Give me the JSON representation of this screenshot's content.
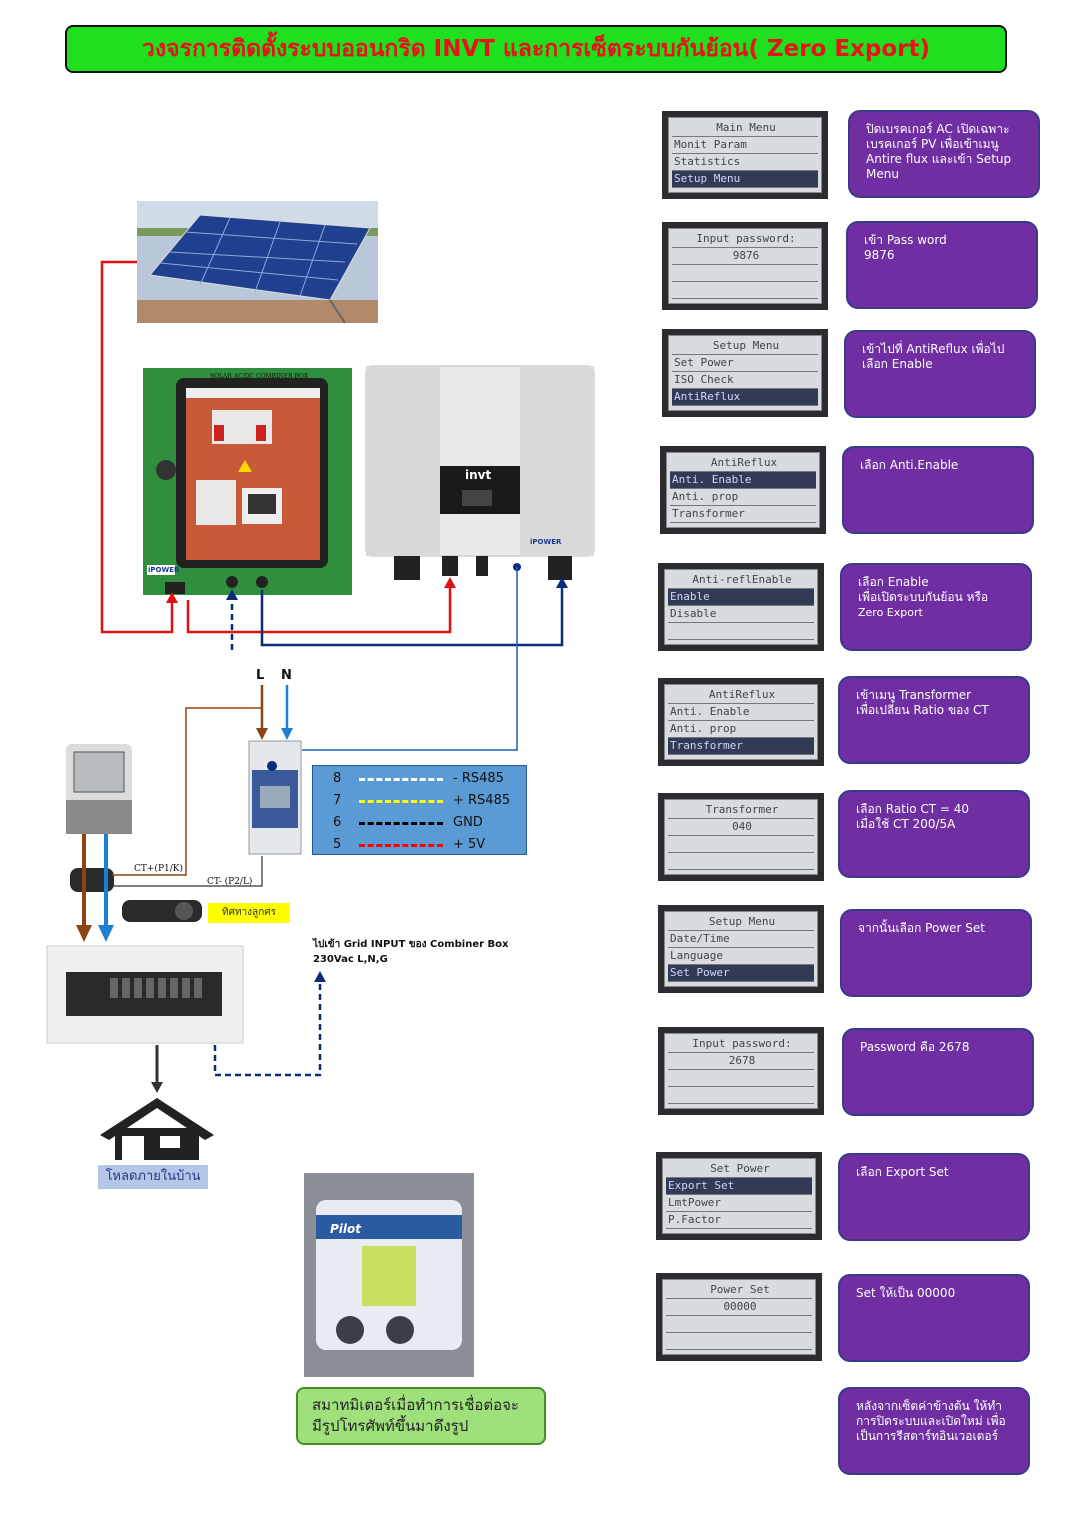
{
  "title": "วงจรการติดตั้งระบบออนกริด INVT และการเซ็ตระบบกันย้อน( Zero Export)",
  "lcd_screens": [
    {
      "lines": [
        "Main Menu",
        "Monit Param",
        "Statistics",
        "Setup Menu"
      ],
      "selected": 3
    },
    {
      "lines": [
        "Input password:",
        "9876",
        "",
        ""
      ],
      "selected": -1
    },
    {
      "lines": [
        "Setup Menu",
        "Set Power",
        "ISO Check",
        "AntiReflux"
      ],
      "selected": 3
    },
    {
      "lines": [
        "AntiReflux",
        "Anti. Enable",
        "Anti. prop",
        "Transformer"
      ],
      "selected": 1
    },
    {
      "lines": [
        "Anti-reflEnable",
        "Enable",
        "Disable",
        ""
      ],
      "selected": 1
    },
    {
      "lines": [
        "AntiReflux",
        "Anti. Enable",
        "Anti. prop",
        "Transformer"
      ],
      "selected": 3
    },
    {
      "lines": [
        "Transformer",
        "040",
        "",
        ""
      ],
      "selected": -1
    },
    {
      "lines": [
        "Setup Menu",
        "Date/Time",
        "Language",
        "Set Power"
      ],
      "selected": 3
    },
    {
      "lines": [
        "Input password:",
        "2678",
        "",
        ""
      ],
      "selected": -1
    },
    {
      "lines": [
        "Set Power",
        "Export Set",
        "LmtPower",
        "P.Factor"
      ],
      "selected": 1
    },
    {
      "lines": [
        "Power Set",
        "00000",
        "",
        ""
      ],
      "selected": -1
    }
  ],
  "steps": [
    {
      "line1": "ปิดเบรคเกอร์ AC เปิดเฉพาะ",
      "line2": "เบรคเกอร์ PV เพื่อเข้าเมนู",
      "line3": "Antire flux และเข้า    Setup",
      "line4": "Menu"
    },
    {
      "line1": "เข้า Pass word",
      "line2": "9876",
      "line3": "",
      "line4": ""
    },
    {
      "line1": "เข้าไปที่ AntiReflux เพื่อไป",
      "line2": "เลือก Enable",
      "line3": "",
      "line4": ""
    },
    {
      "line1": "เลือก Anti.Enable",
      "line2": "",
      "line3": "",
      "line4": ""
    },
    {
      "line1": "เลือก Enable",
      "line2": "เพื่อเปิดระบบกันย้อน หรือ",
      "line3": "Zero Export",
      "line4": ""
    },
    {
      "line1": "เข้าเมนู Transformer",
      "line2": "เพื่อเปลี่ยน Ratio ของ CT",
      "line3": "",
      "line4": ""
    },
    {
      "line1": "เลือก Ratio CT = 40",
      "line2": "เมื่อใช้ CT 200/5A",
      "line3": "",
      "line4": ""
    },
    {
      "line1": "จากนั้นเลือก Power Set",
      "line2": "",
      "line3": "",
      "line4": ""
    },
    {
      "line1": "Password คือ 2678",
      "line2": "",
      "line3": "",
      "line4": ""
    },
    {
      "line1": "เลือก Export Set",
      "line2": "",
      "line3": "",
      "line4": ""
    },
    {
      "line1": "Set ให้เป็น 00000",
      "line2": "",
      "line3": "",
      "line4": ""
    },
    {
      "line1": "หลังจากเซ็ตค่าข้างต้น ให้ทำ",
      "line2": "การปิดระบบและเปิดใหม่ เพื่อ",
      "line3": "เป็นการรีสตาร์ทอินเวอเตอร์",
      "line4": ""
    }
  ],
  "wiring_legend": [
    {
      "pin": "8",
      "label": "- RS485",
      "color": "#ffffff"
    },
    {
      "pin": "7",
      "label": "+ RS485",
      "color": "#ffff00"
    },
    {
      "pin": "6",
      "label": "GND",
      "color": "#000000"
    },
    {
      "pin": "5",
      "label": "+ 5V",
      "color": "#ff0000"
    }
  ],
  "labels": {
    "L": "L",
    "N": "N",
    "ct_plus": "CT+(P1/K)",
    "ct_minus": "CT- (P2/L)",
    "arrow_dir": "ทิศทางลูกศร",
    "grid_input_1": "ไปเข้า Grid INPUT ของ Combiner Box",
    "grid_input_2": "230Vac L,N,G",
    "house_load": "โหลดภายในบ้าน",
    "combiner_title": "SOLAR AC/DC COMBINER BOX",
    "combiner_brand": "iPOWER",
    "inverter_brand": "invt",
    "inverter_sub": "iPOWER",
    "meter_brand": "Pilot",
    "note_line1": "สมาทมิเตอร์เมื่อทำการเชื่อต่อจะ",
    "note_line2": "มีรูปโทรศัพท์ขึ้นมาดึงรูป"
  },
  "colors": {
    "banner_bg": "#1ee01e",
    "banner_text": "#e8121a",
    "step_bg": "#6f2fa3",
    "wire_red": "#e01010",
    "wire_blue": "#0a2a7a",
    "wire_brown": "#8b4513",
    "wire_lightblue": "#1e7fd0"
  }
}
